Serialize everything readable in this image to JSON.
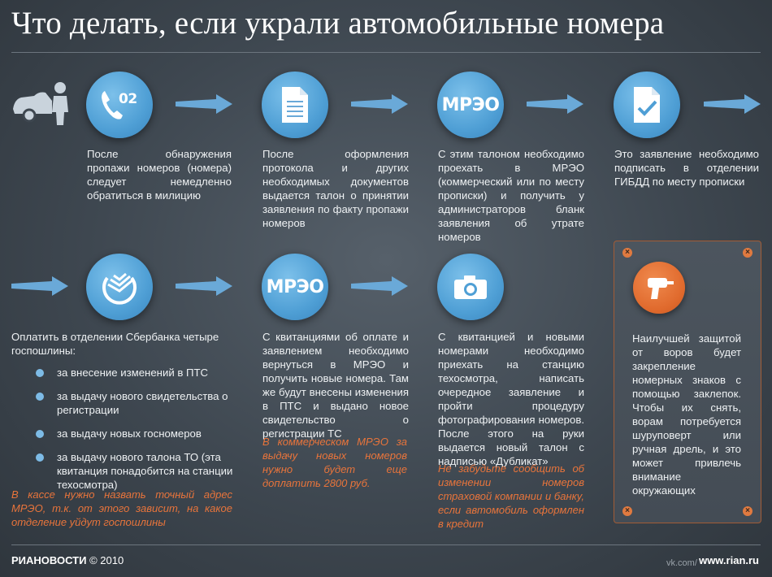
{
  "title": "Что делать,  если украли автомобильные номера",
  "colors": {
    "accent_blue": "#4f9fd5",
    "accent_orange": "#e06a2d",
    "background": "#3e4750"
  },
  "icons": [
    "car-person-icon",
    "phone-02-icon",
    "document-icon",
    "mreo-icon",
    "checked-document-icon",
    "sberbank-icon",
    "camera-icon",
    "drill-icon",
    "arrow-right-icon"
  ],
  "step1": {
    "icon_label": "02",
    "text": "После обнаружения пропажи номеров (номера) следует немедленно обратиться в милицию"
  },
  "step2": {
    "text": "После оформления протокола и других необходимых документов выдается талон о принятии заявления по факту пропажи номеров"
  },
  "step3": {
    "icon_label": "МРЭО",
    "text": "С этим талоном необходимо проехать в МРЭО (коммерческий или по месту прописки) и получить у администраторов бланк заявления об утрате номеров"
  },
  "step4": {
    "text": "Это заявление необходимо подписать в отделении ГИБДД по месту прописки"
  },
  "step5": {
    "text": "Оплатить в отделении Сбербанка четыре госпошлины:",
    "items": [
      "за внесение изменений в ПТС",
      "за выдачу нового свидетельства о регистрации",
      "за выдачу новых госномеров",
      "за выдачу нового талона ТО (эта квитанция понадобится на станции техосмотра)"
    ],
    "note": "В кассе нужно назвать точный адрес МРЭО, т.к. от этого зависит, на какое отделение уйдут госпошлины"
  },
  "step6": {
    "icon_label": "МРЭО",
    "text": "С квитанциями об оплате и заявлением необходимо вернуться в МРЭО и получить новые номера. Там же будут внесены изменения в ПТС и выдано новое свидетельство о регистрации ТС",
    "note": "В коммерческом МРЭО за выдачу новых номеров нужно будет еще доплатить 2800 руб."
  },
  "step7": {
    "text": "С квитанцией и новыми номерами необходимо приехать на станцию техосмотра, написать очередное заявление и пройти процедуру фотографирования номеров. После этого на руки выдается новый талон с надписью «Дубликат»",
    "note": "Не забудьте сообщить об изменении номеров страховой компании и банку, если автомобиль оформлен в кредит"
  },
  "tip": {
    "text": "Наилучшей защитой от воров будет закрепление номерных знаков с помощью заклепок. Чтобы их снять, ворам потребуется шуруповерт или ручная дрель, и это может привлечь внимание окружающих"
  },
  "footer": {
    "brand": "РИАНОВОСТИ",
    "copyright": "© 2010",
    "site": "www.rian.ru",
    "watermark": "vk.com/"
  }
}
